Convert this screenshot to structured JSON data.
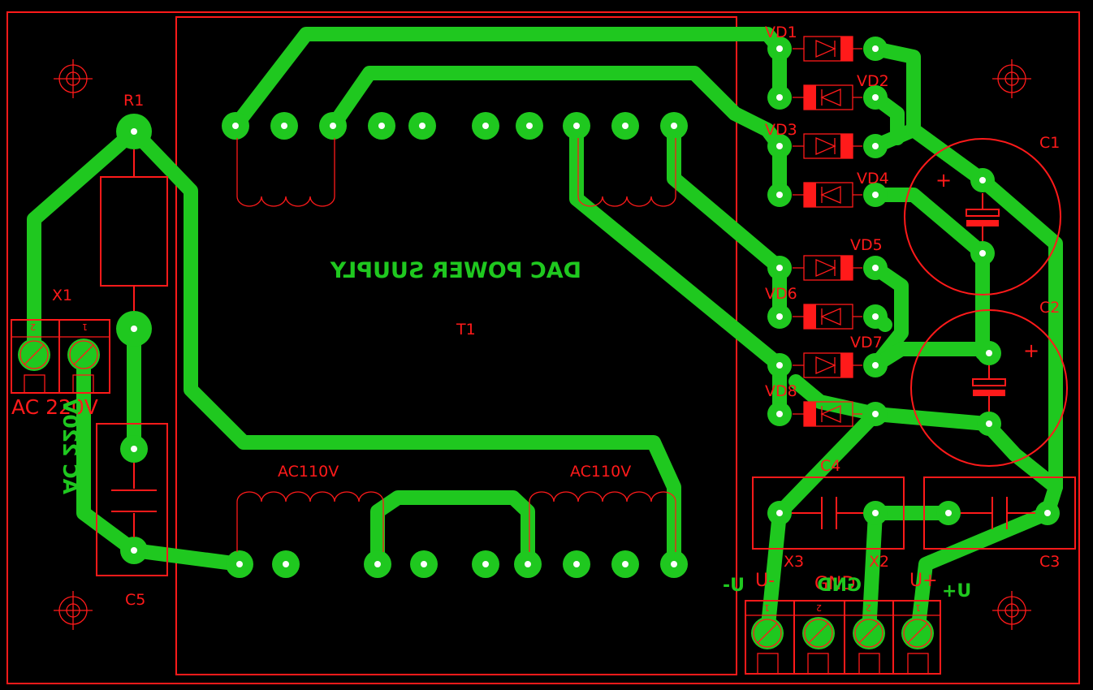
{
  "board": {
    "title": "DAC POWER SUUPLY",
    "transformer_ref": "T1",
    "secondary_labels": [
      "AC110V",
      "AC110V"
    ],
    "input_label": "AC 220V",
    "input_label_mirrored": "AC 220V"
  },
  "components": {
    "resistors": [
      "R1"
    ],
    "capacitors": [
      "C1",
      "C2",
      "C3",
      "C4",
      "C5"
    ],
    "diodes": [
      "VD1",
      "VD2",
      "VD3",
      "VD4",
      "VD5",
      "VD6",
      "VD7",
      "VD8"
    ],
    "connectors": [
      "X1",
      "X2",
      "X3"
    ]
  },
  "pin_numbers": {
    "x1": [
      "2",
      "1"
    ],
    "x3": [
      "1",
      "2"
    ],
    "x2": [
      "2",
      "1"
    ]
  },
  "polarity": {
    "plus": "+"
  },
  "outputs": {
    "neg_silk": "U-",
    "gnd_silk": "GND",
    "pos_silk": "U+",
    "neg_copper": "-U",
    "gnd_copper": "GND",
    "pos_copper": "+U"
  },
  "colors": {
    "background": "#000000",
    "silkscreen": "#ff1a1a",
    "copper": "#1fc81f"
  }
}
